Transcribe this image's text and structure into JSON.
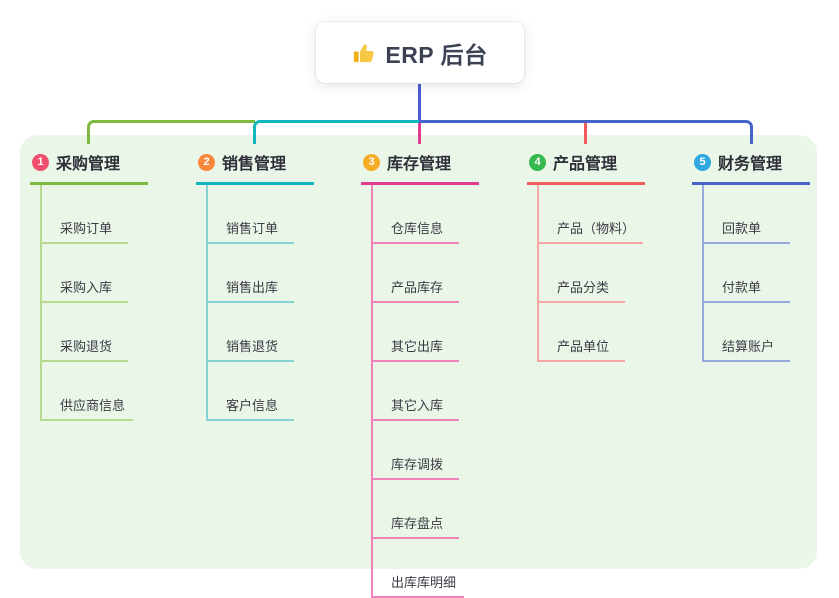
{
  "root": {
    "label": "ERP 后台",
    "icon": "thumbs-up-icon",
    "icon_colors": {
      "hand": "#f7c843",
      "sleeve": "#f3b21b"
    }
  },
  "connector": {
    "root_line_color": "#4a5ed1"
  },
  "panel": {
    "background": "#eaf6e8"
  },
  "branches": [
    {
      "index": "1",
      "label": "采购管理",
      "badge_color": "#f0506e",
      "line_color": "#7cb93e",
      "child_line_color": "#b6d98d",
      "children": [
        "采购订单",
        "采购入库",
        "采购退货",
        "供应商信息"
      ]
    },
    {
      "index": "2",
      "label": "销售管理",
      "badge_color": "#f9873c",
      "line_color": "#12b6bd",
      "child_line_color": "#86d3d6",
      "children": [
        "销售订单",
        "销售出库",
        "销售退货",
        "客户信息"
      ]
    },
    {
      "index": "3",
      "label": "库存管理",
      "badge_color": "#f5ab24",
      "line_color": "#e03a92",
      "child_line_color": "#ef83ba",
      "children": [
        "仓库信息",
        "产品库存",
        "其它出库",
        "其它入库",
        "库存调拨",
        "库存盘点",
        "出库库明细"
      ]
    },
    {
      "index": "4",
      "label": "产品管理",
      "badge_color": "#35b94e",
      "line_color": "#f15b5b",
      "child_line_color": "#f6a7a4",
      "children": [
        "产品（物料）",
        "产品分类",
        "产品单位"
      ]
    },
    {
      "index": "5",
      "label": "财务管理",
      "badge_color": "#2fa7e0",
      "line_color": "#4663c8",
      "child_line_color": "#97a8df",
      "children": [
        "回款单",
        "付款单",
        "结算账户"
      ]
    }
  ]
}
